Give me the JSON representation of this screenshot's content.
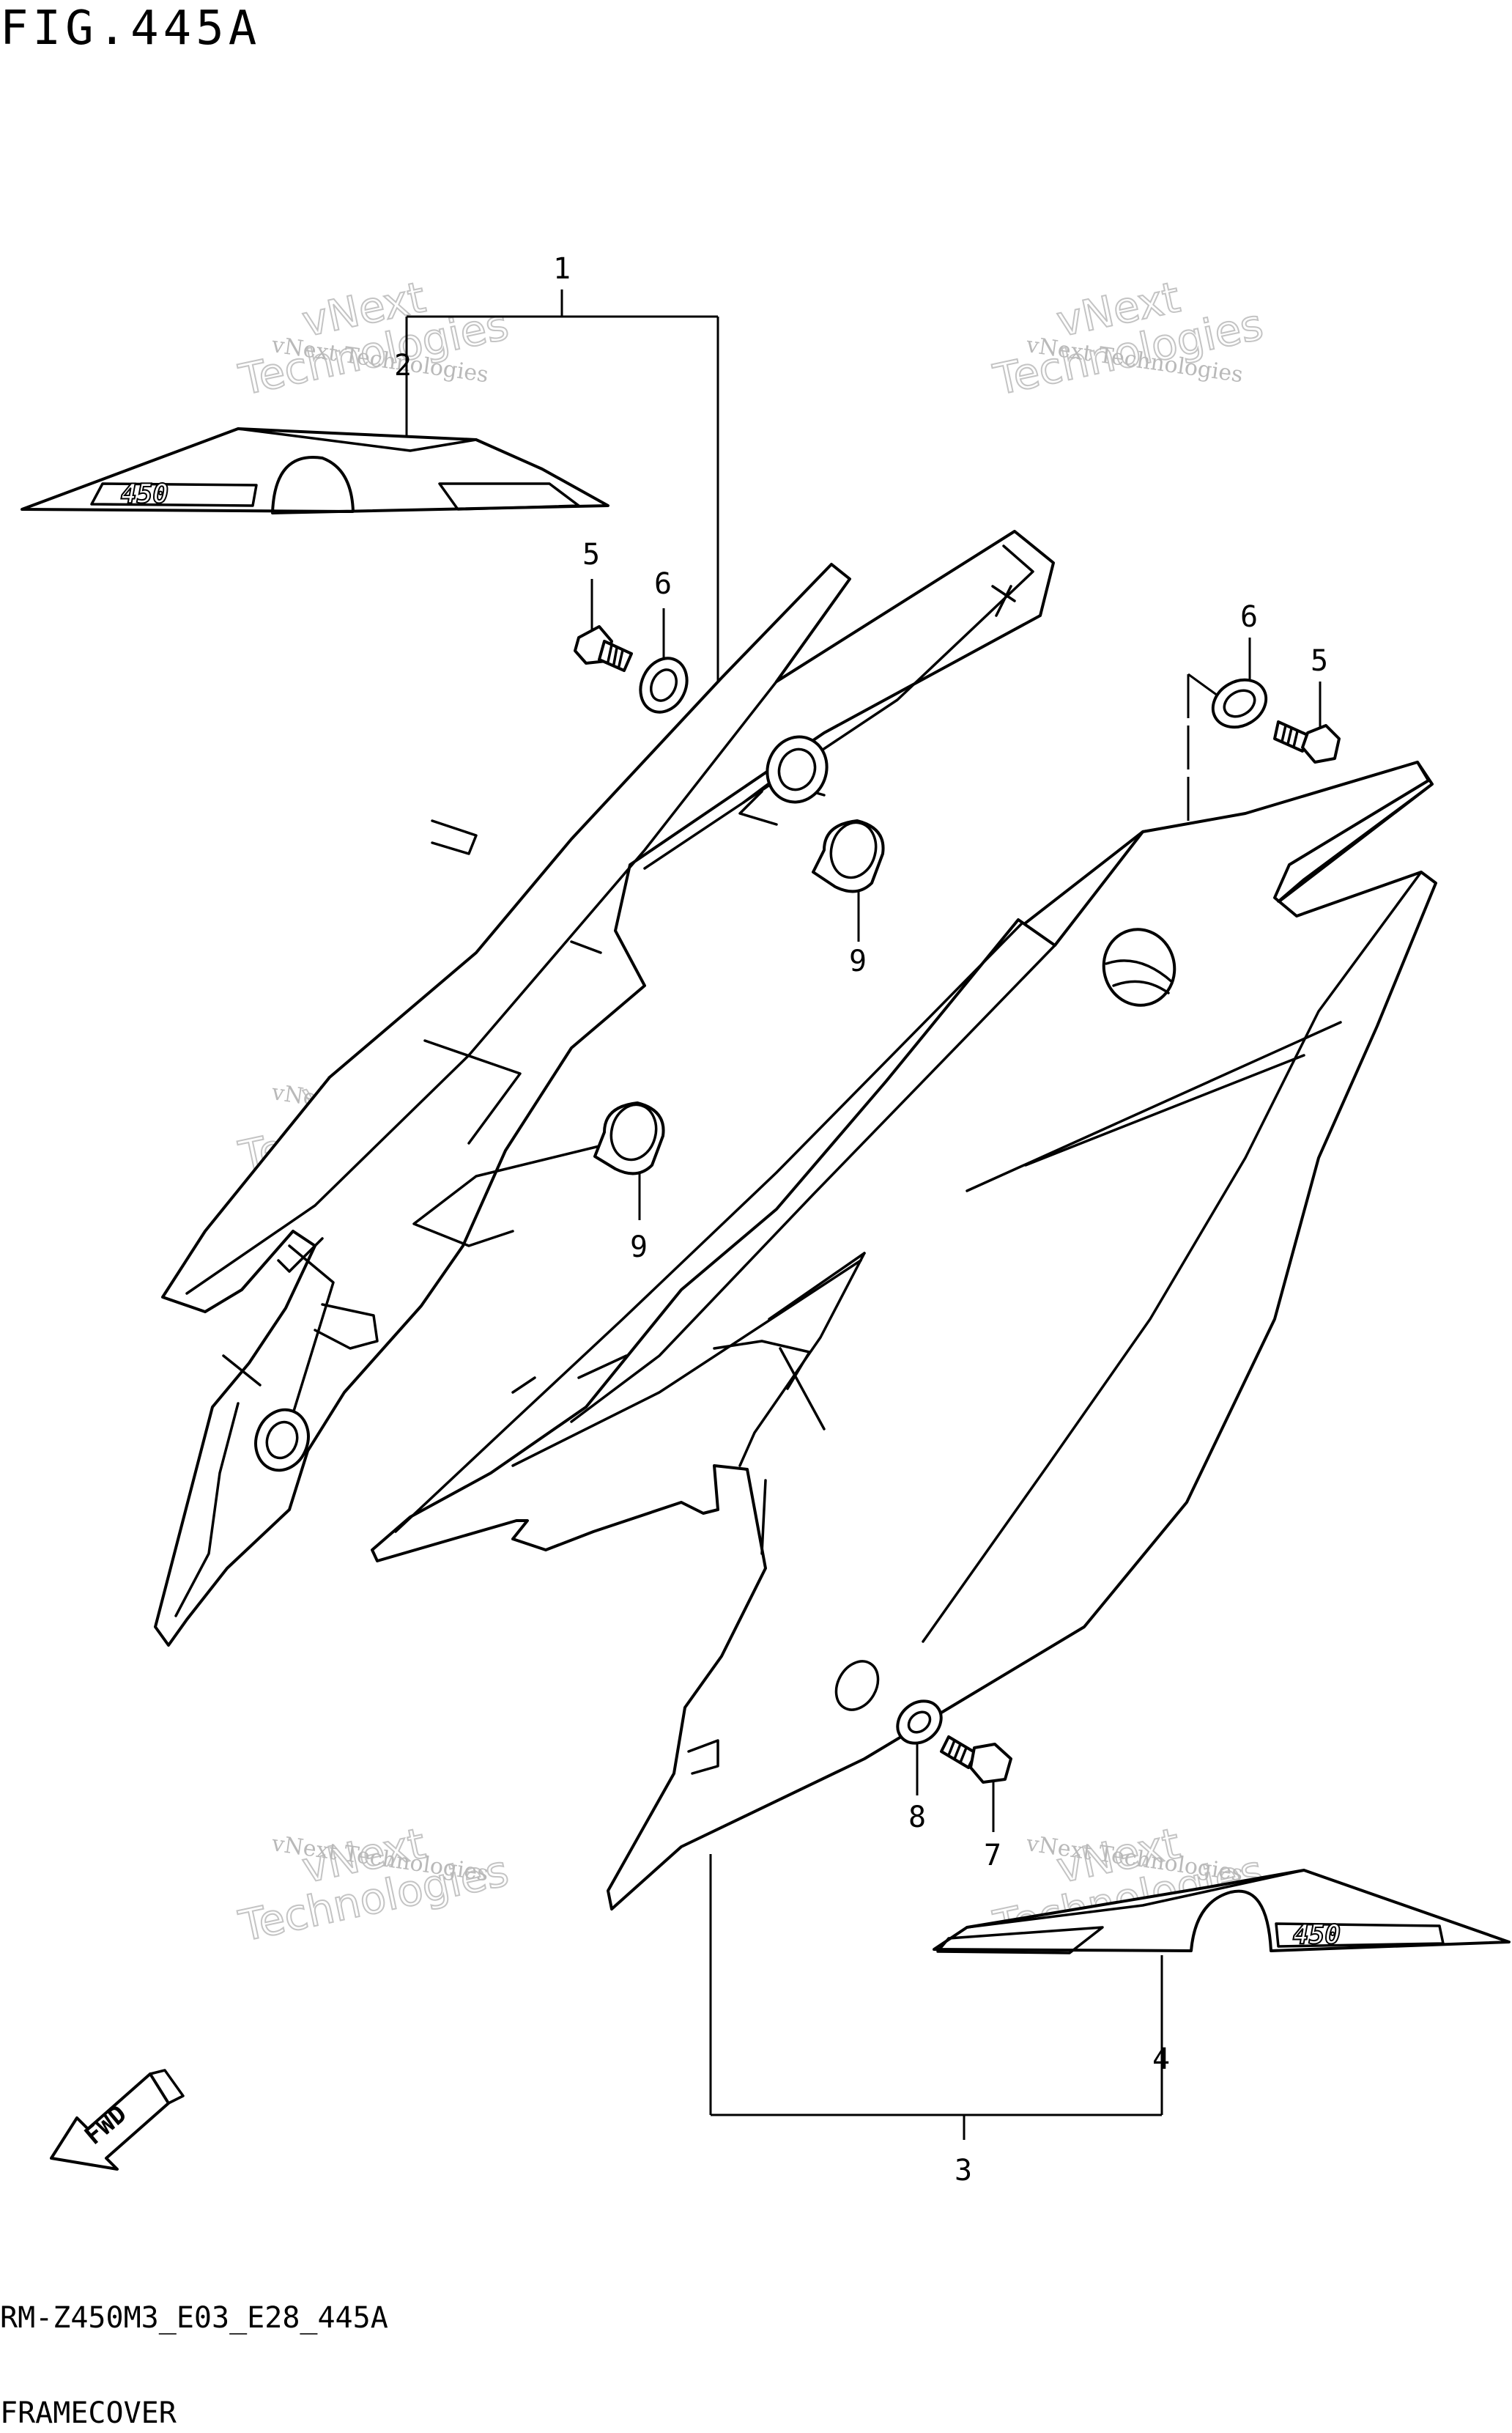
{
  "figure": {
    "title": "FIG.445A",
    "code": "RM-Z450M3_E03_E28_445A",
    "name": "FRAMECOVER"
  },
  "watermark": {
    "line1": "vNext Technologies",
    "line2": "Technologies",
    "line3": "vNext"
  },
  "callouts": {
    "p1": "1",
    "p2": "2",
    "p3": "3",
    "p4": "4",
    "p5a": "5",
    "p5b": "5",
    "p6a": "6",
    "p6b": "6",
    "p7": "7",
    "p8": "8",
    "p9a": "9",
    "p9b": "9"
  },
  "emblem": {
    "left_text": "450",
    "right_text": "450"
  },
  "fwd_label": "FWD"
}
